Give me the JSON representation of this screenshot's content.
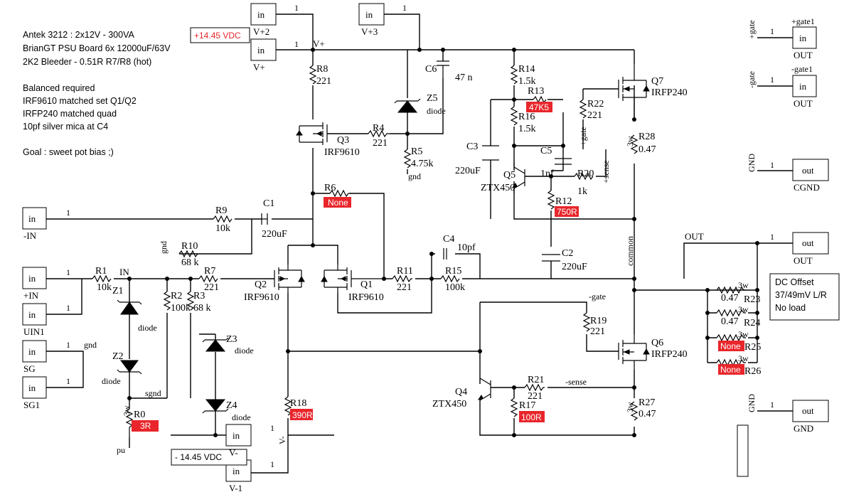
{
  "notes": {
    "lines": [
      "Antek 3212 : 2x12V - 300VA",
      "BrianGT PSU Board 6x 12000uF/63V",
      "2K2 Bleeder - 0.51R R7/R8 (hot)",
      "",
      "Balanced required",
      "IRF9610 matched set Q1/Q2",
      "IRFP240 matched quad",
      "10pf silver mica at C4",
      "",
      "Goal : sweet pot bias ;)"
    ]
  },
  "voltage_tags": {
    "positive": "+14.45 VDC",
    "negative": "- 14.45 VDC"
  },
  "dc_offset": {
    "lines": [
      "DC Offset",
      "37/49mV L/R",
      "No load"
    ]
  },
  "ports": {
    "in_text": "in",
    "out_text": "out",
    "pin_one": "1",
    "vplus2": "V+2",
    "vplus": "V+",
    "vplus3": "V+3",
    "vminus": "V-",
    "vminus1": "V-1",
    "neg_in": "-IN",
    "pos_in": "+IN",
    "uin1": "UIN1",
    "sg": "SG",
    "sg1": "SG1",
    "gate1_pos": "+gate1",
    "gate1_neg": "-gate1",
    "out_label": "OUT",
    "gate_pos_rot": "+gate",
    "gate_neg_rot": "-gate",
    "cgnd_rot": "GND",
    "cgnd": "CGND",
    "out_port": "OUT",
    "gnd_rot": "GND",
    "gnd": "GND"
  },
  "nets": {
    "vplus": "V+",
    "vminus": "V-",
    "in": "IN",
    "gnd": "gnd",
    "gnd2": "gnd",
    "sgnd": "sgnd",
    "out": "OUT",
    "common": "common",
    "gate_pos": "+gate",
    "sense_pos": "+sense",
    "gate_neg": "-gate",
    "sense_neg": "-sense",
    "pu": "pu"
  },
  "components": {
    "R0": {
      "ref": "R0",
      "value": "3R",
      "power": "3w"
    },
    "R1": {
      "ref": "R1",
      "value": "10k"
    },
    "R2": {
      "ref": "R2",
      "value": "100k"
    },
    "R3": {
      "ref": "R3",
      "value": "68 k"
    },
    "R4": {
      "ref": "R4",
      "value": "221"
    },
    "R5": {
      "ref": "R5",
      "value": "4.75k"
    },
    "R6": {
      "ref": "R6",
      "value": "None"
    },
    "R7": {
      "ref": "R7",
      "value": "221"
    },
    "R8": {
      "ref": "R8",
      "value": "221"
    },
    "R9": {
      "ref": "R9",
      "value": "10k"
    },
    "R10": {
      "ref": "R10",
      "value": "68 k"
    },
    "R11": {
      "ref": "R11",
      "value": "221"
    },
    "R12": {
      "ref": "R12",
      "value": "750R"
    },
    "R13": {
      "ref": "R13",
      "value": "47K5"
    },
    "R14": {
      "ref": "R14",
      "value": "1.5k"
    },
    "R15": {
      "ref": "R15",
      "value": "100k"
    },
    "R16": {
      "ref": "R16",
      "value": "1.5k"
    },
    "R17": {
      "ref": "R17",
      "value": "100R"
    },
    "R18": {
      "ref": "R18",
      "value": "390R"
    },
    "R19": {
      "ref": "R19",
      "value": "221"
    },
    "R20": {
      "ref": "R20",
      "value": "1k"
    },
    "R21": {
      "ref": "R21",
      "value": "221"
    },
    "R22": {
      "ref": "R22",
      "value": "221"
    },
    "R23": {
      "ref": "R23",
      "value": "0.47",
      "power": "3w"
    },
    "R24": {
      "ref": "R24",
      "value": "0.47",
      "power": "3w"
    },
    "R25": {
      "ref": "R25",
      "value": "None",
      "power": "3w"
    },
    "R26": {
      "ref": "R26",
      "value": "None",
      "power": "3w"
    },
    "R27": {
      "ref": "R27",
      "value": "0.47",
      "power": "3w"
    },
    "R28": {
      "ref": "R28",
      "value": "0.47",
      "power": "3w"
    },
    "C1": {
      "ref": "C1",
      "value": "220uF"
    },
    "C2": {
      "ref": "C2",
      "value": "220uF"
    },
    "C3": {
      "ref": "C3",
      "value": "220uF"
    },
    "C4": {
      "ref": "C4",
      "value": "10pf"
    },
    "C5": {
      "ref": "C5",
      "value": "1nf"
    },
    "C6": {
      "ref": "C6",
      "value": "47 n"
    },
    "Q1": {
      "ref": "Q1",
      "value": "IRF9610"
    },
    "Q2": {
      "ref": "Q2",
      "value": "IRF9610"
    },
    "Q3": {
      "ref": "Q3",
      "value": "IRF9610"
    },
    "Q4": {
      "ref": "Q4",
      "value": "ZTX450"
    },
    "Q5": {
      "ref": "Q5",
      "value": "ZTX450"
    },
    "Q6": {
      "ref": "Q6",
      "value": "IRFP240"
    },
    "Q7": {
      "ref": "Q7",
      "value": "IRFP240"
    },
    "Z1": {
      "ref": "Z1",
      "value": "diode"
    },
    "Z2": {
      "ref": "Z2",
      "value": "diode"
    },
    "Z3": {
      "ref": "Z3",
      "value": "diode"
    },
    "Z4": {
      "ref": "Z4",
      "value": "diode"
    },
    "Z5": {
      "ref": "Z5",
      "value": "diode"
    }
  }
}
